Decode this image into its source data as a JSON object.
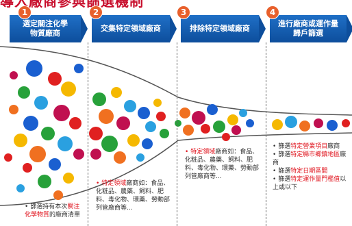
{
  "title_fragment": "導入廠商參與篩選機制",
  "steps": [
    {
      "num": "1",
      "line1": "選定關注化學",
      "line2": "物質廠商"
    },
    {
      "num": "2",
      "line1": "交集特定領域廠商",
      "line2": ""
    },
    {
      "num": "3",
      "line1": "排除特定領域廠商",
      "line2": ""
    },
    {
      "num": "4",
      "line1": "進行廠商或運作量",
      "line2": "歸戶篩選"
    }
  ],
  "notes": {
    "step1": {
      "bullet": "•",
      "pre": "篩選持有本次",
      "red": "關注化學物質",
      "post": "的廠商清單"
    },
    "step2": {
      "bullet": "•",
      "red": "特定領域",
      "post": "廠商如：食品、化粧品、農藥、飼料、肥料、毒化物、環藥、勞動部列管廠商等..."
    },
    "step3": {
      "bullet": "•",
      "red": "特定領域",
      "post": "廠商如：食品、化粧品、農藥、飼料、肥料、毒化物、環藥、勞動部列管廠商等..."
    },
    "step4": [
      {
        "bullet": "•",
        "pre": "篩選",
        "red": "特定營業項目",
        "post": "廠商"
      },
      {
        "bullet": "•",
        "pre": "篩選",
        "red": "特定縣市鄉鎮地區",
        "post": "廠商"
      },
      {
        "bullet": "•",
        "pre": "篩選",
        "red": "特定日期區間",
        "post": ""
      },
      {
        "bullet": "•",
        "pre": "篩選",
        "red": "特定運作量門檻值",
        "post": "以上或以下"
      }
    ]
  },
  "colors": {
    "header": "#1565c0",
    "number_badge": "#e8602c",
    "highlight": "#e0141e"
  }
}
